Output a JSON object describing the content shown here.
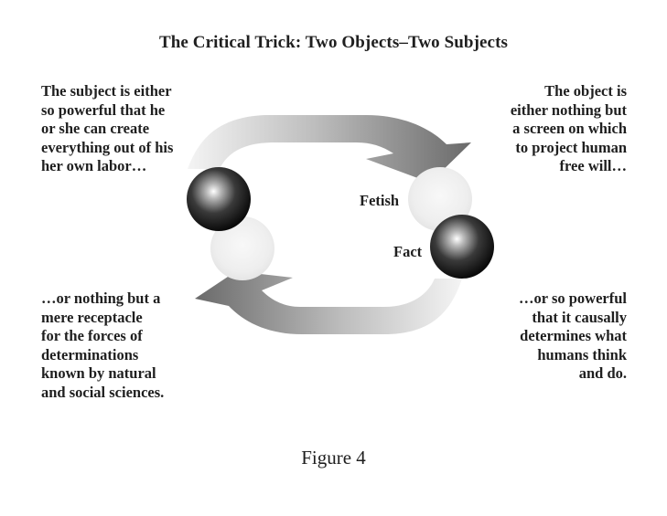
{
  "title": "The Critical Trick: Two Objects–Two Subjects",
  "text_top_left": "The subject is either\nso powerful that he\nor she can create\neverything out of his\nher own labor…",
  "text_top_right": "The object is\neither nothing but\na screen on which\nto project human\nfree will…",
  "text_bottom_left": "…or nothing but a\nmere receptacle\nfor the forces of\ndeterminations\nknown by natural\nand social sciences.",
  "text_bottom_right": "…or so powerful\nthat it causally\ndetermines what\nhumans think\nand do.",
  "label_fetish": "Fetish",
  "label_fact": "Fact",
  "caption": "Figure 4"
}
